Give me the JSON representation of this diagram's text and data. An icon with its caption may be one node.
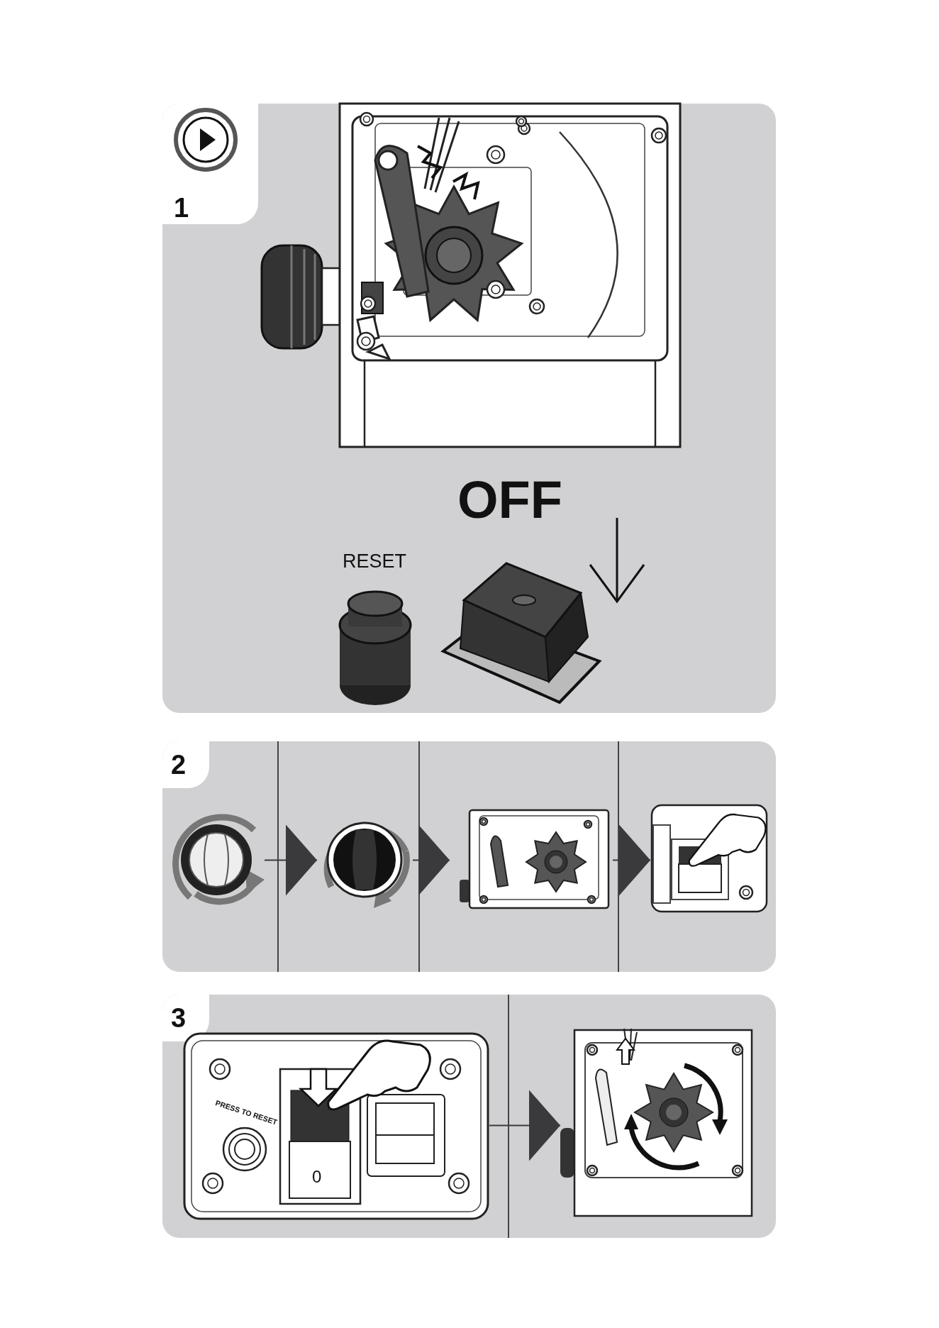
{
  "diagram": {
    "nodes": [
      {
        "text": [
          "1"
        ]
      },
      {
        "text": [
          "2"
        ]
      },
      {
        "text": [],
        "shape": "picture",
        "in": 1
      },
      {
        "text": [],
        "shape": "picture",
        "in": 1
      },
      {
        "text": [],
        "shape": "picture",
        "in": 1
      },
      {
        "text": [],
        "shape": "picture",
        "in": 1
      },
      {
        "text": [
          "3"
        ]
      },
      {
        "text": [],
        "shape": "picture",
        "in": 6
      },
      {
        "text": [],
        "shape": "picture",
        "in": 6
      }
    ],
    "edges": [
      {
        "from": 2,
        "to": 3,
        "arrow": "to"
      },
      {
        "from": 3,
        "to": 4,
        "arrow": "to"
      },
      {
        "from": 4,
        "to": 5,
        "arrow": "to"
      },
      {
        "from": 7,
        "to": 8,
        "arrow": "to"
      }
    ],
    "labels": [
      "OFF",
      "RESET",
      "PRESS TO RESET",
      "0"
    ]
  }
}
